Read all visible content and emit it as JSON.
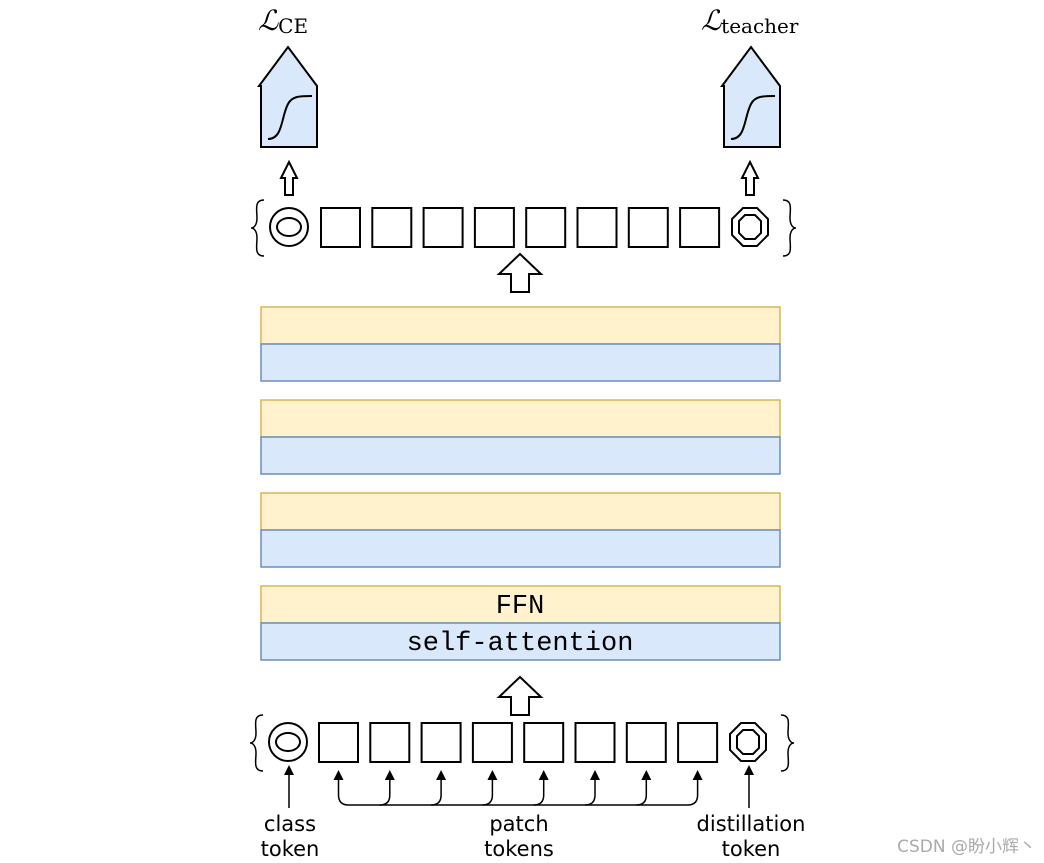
{
  "losses": {
    "left": {
      "symbol": "ℒ",
      "subscript": "CE"
    },
    "right": {
      "symbol": "ℒ",
      "subscript": "teacher"
    }
  },
  "layers": {
    "ffn_label": "FFN",
    "attention_label": "self-attention",
    "block_count": 4
  },
  "token_labels": {
    "class_line1": "class",
    "class_line2": "token",
    "patch_line1": "patch",
    "patch_line2": "tokens",
    "distill_line1": "distillation",
    "distill_line2": "token"
  },
  "patch_token_count": 8,
  "watermark": "CSDN @盼小辉丶",
  "colors": {
    "ffn_fill": "#fff2cc",
    "ffn_stroke": "#d6b656",
    "attn_fill": "#dae8fc",
    "attn_stroke": "#6c8ebf",
    "loss_fill": "#dae8fc",
    "stroke": "#000000",
    "watermark": "#aaaaaa"
  },
  "icons": {
    "class_token": "double-ellipse-icon",
    "distillation_token": "double-octagon-icon",
    "loss_activation": "sigmoid-curve-icon"
  }
}
